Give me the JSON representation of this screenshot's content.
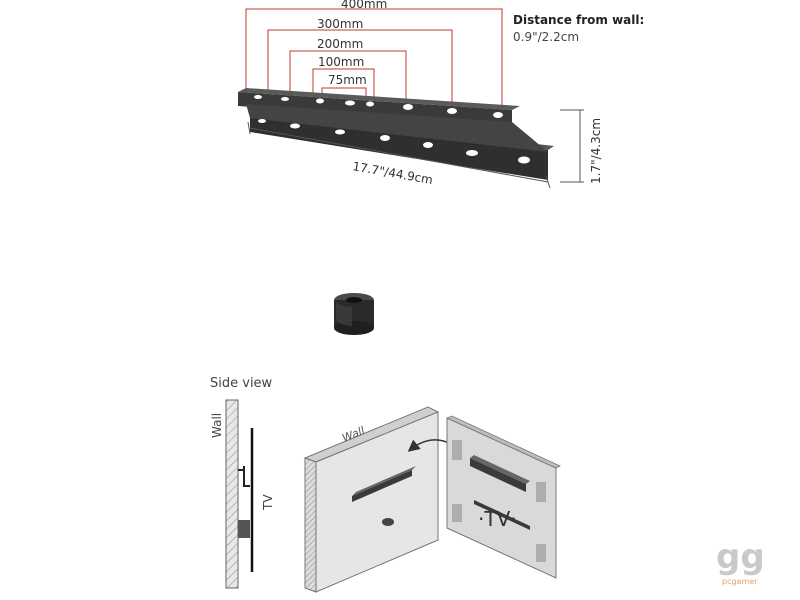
{
  "dimensions": {
    "vesa": [
      "400mm",
      "300mm",
      "200mm",
      "100mm",
      "75mm"
    ],
    "length": "17.7\"/44.9cm",
    "height": "1.7\"/4.3cm"
  },
  "distance_from_wall": {
    "title": "Distance from wall:",
    "value": "0.9\"/2.2cm"
  },
  "side_view": {
    "title": "Side view",
    "wall_label": "Wall",
    "tv_label": "TV"
  },
  "install": {
    "wall_label": "Wall",
    "tv_label": "·TV·"
  },
  "watermark": {
    "logo": "gg",
    "text": "pcgamer"
  },
  "colors": {
    "dimension_lines": "#c0392b",
    "bracket": "#3a3a3a",
    "wall_panel": "#e6e6e6",
    "tv_panel": "#d9d9d9"
  }
}
